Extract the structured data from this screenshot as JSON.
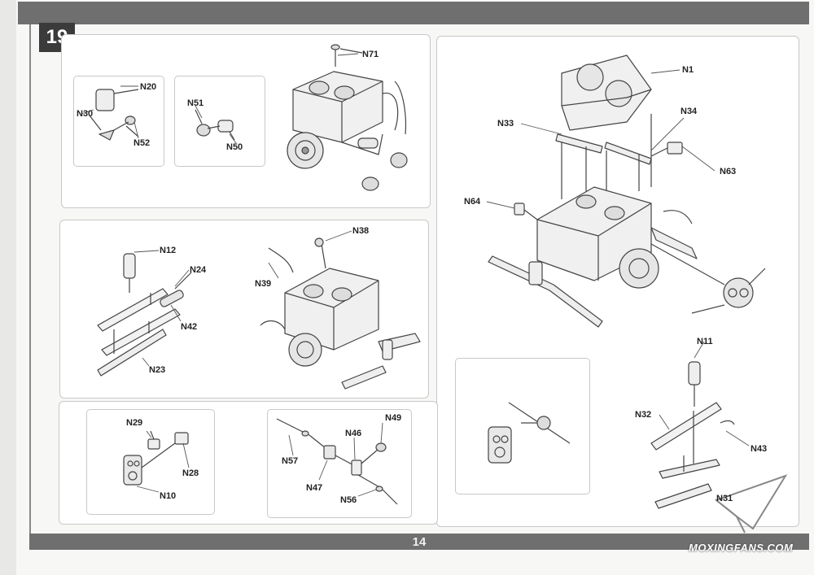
{
  "step": {
    "number": "19"
  },
  "footer": {
    "page_number": "14"
  },
  "watermark": {
    "text": "MOXINGFANS.COM"
  },
  "colors": {
    "band": "#6f6f6f",
    "step_box": "#3b3b3b",
    "panel_border": "#c8c8c8"
  },
  "labels": {
    "n71": "N71",
    "n20": "N20",
    "n30": "N30",
    "n52": "N52",
    "n51": "N51",
    "n50": "N50",
    "n12": "N12",
    "n24": "N24",
    "n42": "N42",
    "n23": "N23",
    "n38": "N38",
    "n39": "N39",
    "n29": "N29",
    "n28": "N28",
    "n10": "N10",
    "n49": "N49",
    "n46": "N46",
    "n57": "N57",
    "n47": "N47",
    "n56": "N56",
    "n1": "N1",
    "n33": "N33",
    "n34": "N34",
    "n63": "N63",
    "n64": "N64",
    "n11": "N11",
    "n32": "N32",
    "n43": "N43",
    "n31": "N31"
  }
}
